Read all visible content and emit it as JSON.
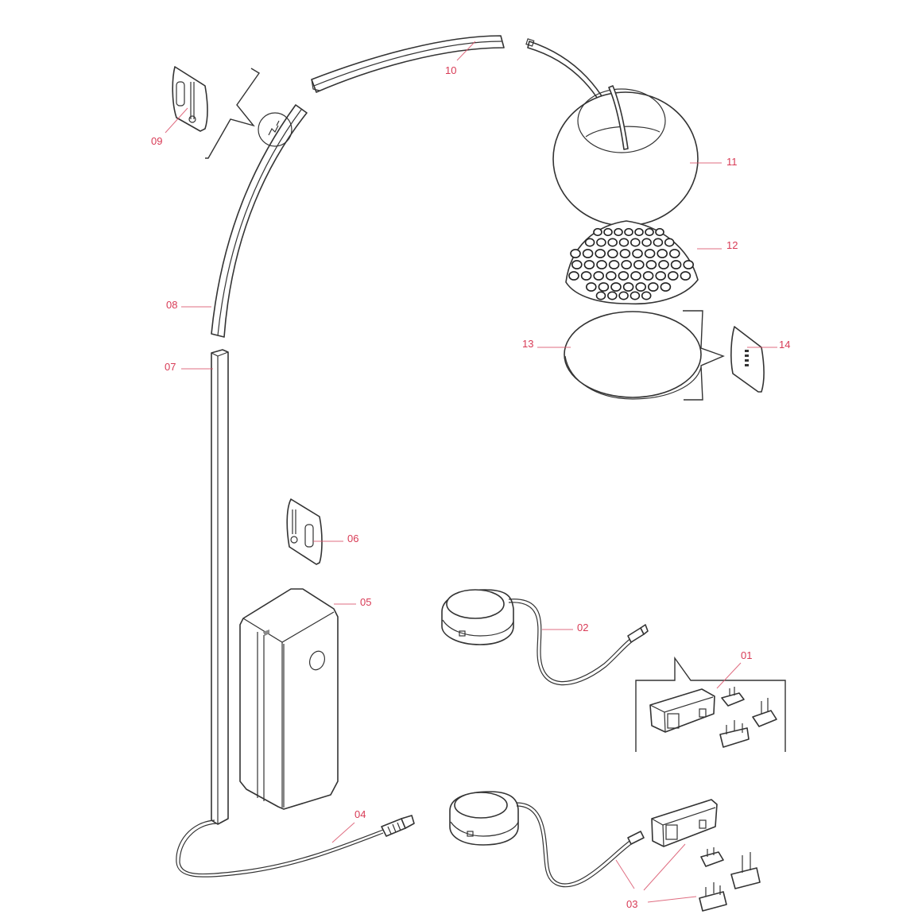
{
  "diagram": {
    "type": "exploded-assembly",
    "subject": "arc floor lamp",
    "label_color": "#d83a55",
    "line_color": "#333333",
    "background": "#ffffff"
  },
  "parts": [
    {
      "id": "01",
      "label": "01",
      "depicts": "power adapter with interchangeable plugs (callout)"
    },
    {
      "id": "02",
      "label": "02",
      "depicts": "round dimmer / foot switch with cable and connector"
    },
    {
      "id": "03",
      "label": "03",
      "depicts": "dimmer switch, power adapter and plug adapters set"
    },
    {
      "id": "04",
      "label": "04",
      "depicts": "power cable with connector"
    },
    {
      "id": "05",
      "label": "05",
      "depicts": "base weight block"
    },
    {
      "id": "06",
      "label": "06",
      "depicts": "screw and pin hardware bag"
    },
    {
      "id": "07",
      "label": "07",
      "depicts": "straight lower pole section"
    },
    {
      "id": "08",
      "label": "08",
      "depicts": "curved middle arc section"
    },
    {
      "id": "09",
      "label": "09",
      "depicts": "screw and pin hardware bag (joint detail)"
    },
    {
      "id": "10",
      "label": "10",
      "depicts": "curved upper arc section"
    },
    {
      "id": "11",
      "label": "11",
      "depicts": "spherical lamp shade"
    },
    {
      "id": "12",
      "label": "12",
      "depicts": "perforated diffuser dome"
    },
    {
      "id": "13",
      "label": "13",
      "depicts": "flat round diffuser disc"
    },
    {
      "id": "14",
      "label": "14",
      "depicts": "small hardware bag"
    }
  ]
}
